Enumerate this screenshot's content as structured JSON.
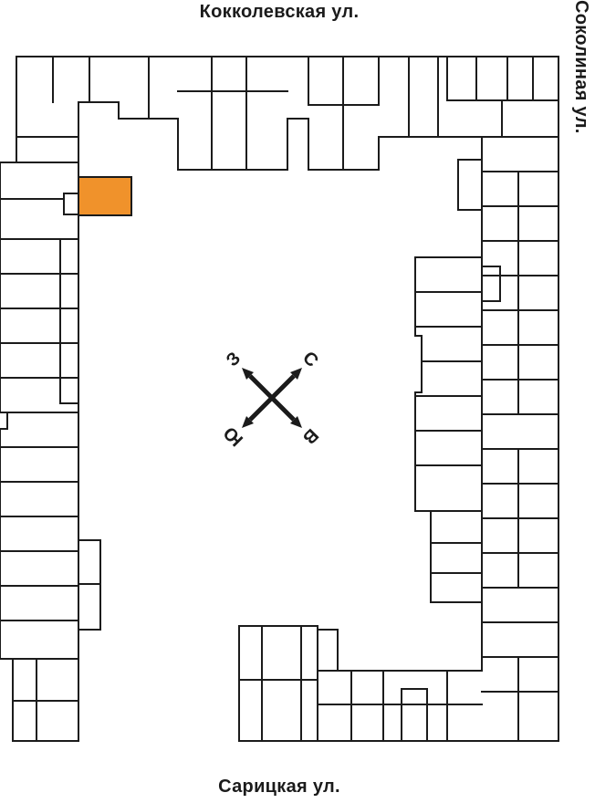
{
  "streets": {
    "top": "Кокколевская ул.",
    "right": "Соколиная ул.",
    "bottom": "Сарицкая ул."
  },
  "compass": {
    "north": "С",
    "east": "В",
    "south": "Ю",
    "west": "З"
  },
  "highlight": {
    "color": "#F0922B"
  }
}
